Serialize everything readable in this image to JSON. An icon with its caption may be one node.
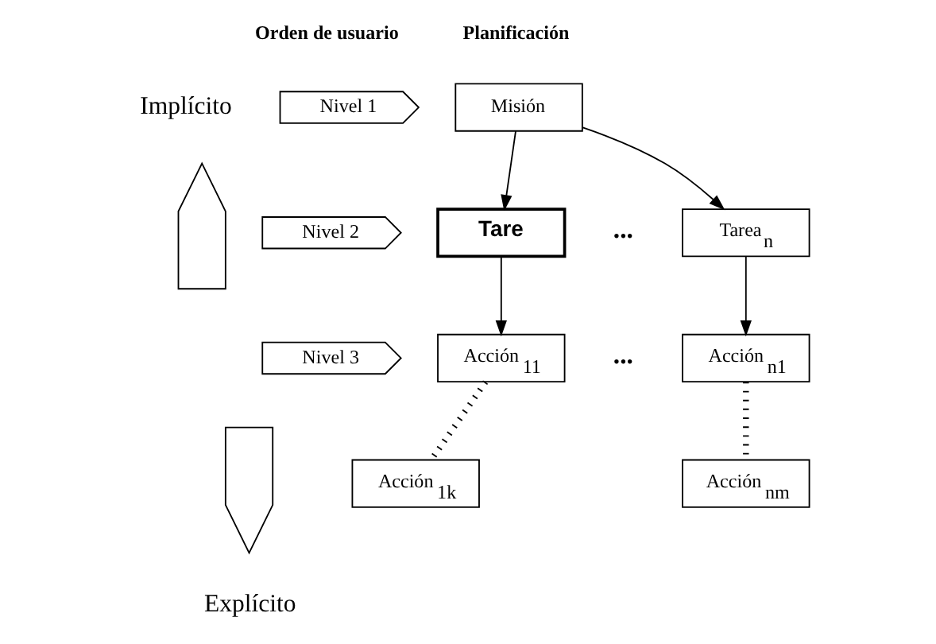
{
  "diagram": {
    "nodes": [
      {
        "text": [
          "Misión"
        ]
      },
      {
        "text": [
          "Tare"
        ]
      },
      {
        "text": [
          "Tarea$_{n}$"
        ]
      },
      {
        "text": [
          "Acción$_{11}$"
        ]
      },
      {
        "text": [
          "Acción$_{1k}$"
        ]
      },
      {
        "text": [
          "Acción$_{n1}$"
        ]
      },
      {
        "text": [
          "Acción$_{nm}$"
        ]
      },
      {
        "text": [
          "Nivel 1"
        ]
      },
      {
        "text": [
          "Nivel 2"
        ]
      },
      {
        "text": [
          "Nivel 3"
        ]
      },
      {
        "text": [],
        "shape": "arrow"
      },
      {
        "text": [],
        "shape": "arrow"
      }
    ],
    "edges": [
      {
        "from": 0,
        "to": 1,
        "arrow": "to"
      },
      {
        "from": 0,
        "to": 2,
        "arrow": "to"
      },
      {
        "from": 1,
        "to": 3,
        "arrow": "to"
      },
      {
        "from": 2,
        "to": 5,
        "arrow": "to"
      },
      {
        "from": 3,
        "to": 4,
        "arrow": "none",
        "style": "dashed"
      },
      {
        "from": 5,
        "to": 6,
        "arrow": "none",
        "style": "dashed"
      }
    ],
    "labels": [
      "Orden de usuario",
      "Planificación",
      "Implícito",
      "...",
      "...",
      "Explícito"
    ]
  }
}
